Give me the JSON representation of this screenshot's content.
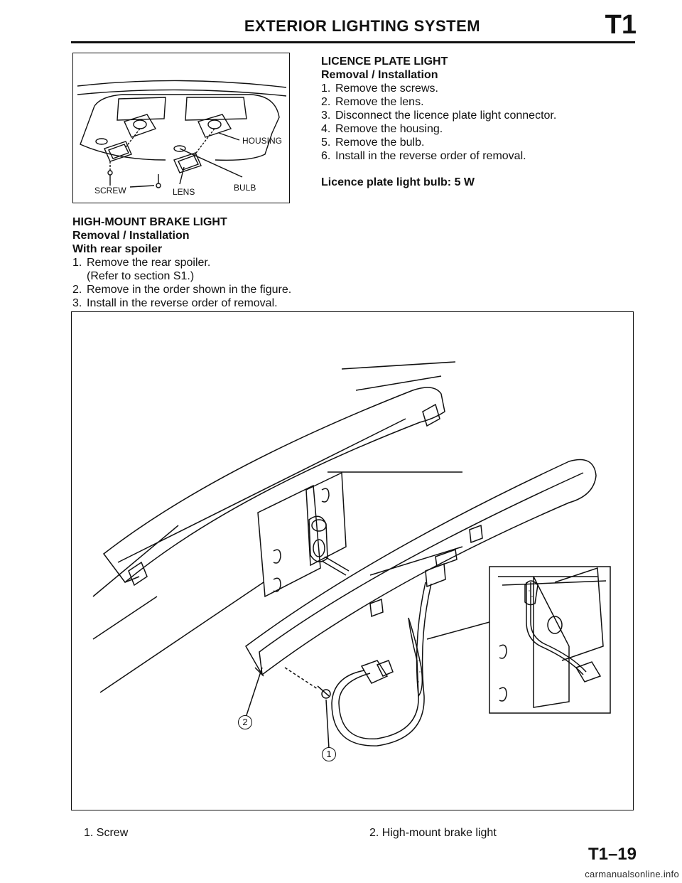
{
  "header": {
    "title": "EXTERIOR LIGHTING SYSTEM",
    "section": "T1"
  },
  "figure1": {
    "labels": {
      "housing": "HOUSING",
      "screw": "SCREW",
      "lens": "LENS",
      "bulb": "BULB"
    }
  },
  "licence_plate": {
    "heading": "LICENCE PLATE LIGHT",
    "subheading": "Removal / Installation",
    "steps": [
      {
        "num": "1.",
        "text": "Remove the screws."
      },
      {
        "num": "2.",
        "text": "Remove the lens."
      },
      {
        "num": "3.",
        "text": "Disconnect the licence plate light connector."
      },
      {
        "num": "4.",
        "text": "Remove the housing."
      },
      {
        "num": "5.",
        "text": "Remove the bulb."
      },
      {
        "num": "6.",
        "text": "Install in the reverse order of removal."
      }
    ],
    "spec": "Licence plate light bulb: 5 W"
  },
  "high_mount": {
    "heading": "HIGH-MOUNT BRAKE LIGHT",
    "subheading": "Removal / Installation",
    "condition": "With rear spoiler",
    "steps": [
      {
        "num": "1.",
        "text": "Remove the rear spoiler.",
        "sub": "(Refer to section S1.)"
      },
      {
        "num": "2.",
        "text": "Remove in the order shown in the figure."
      },
      {
        "num": "3.",
        "text": "Install in the reverse order of removal."
      }
    ]
  },
  "figure2": {
    "callouts": {
      "one": "1",
      "two": "2"
    }
  },
  "legend": {
    "item1": "1. Screw",
    "item2": "2. High-mount brake light"
  },
  "footer": {
    "page": "T1–19",
    "watermark": "carmanualsonline.info"
  }
}
